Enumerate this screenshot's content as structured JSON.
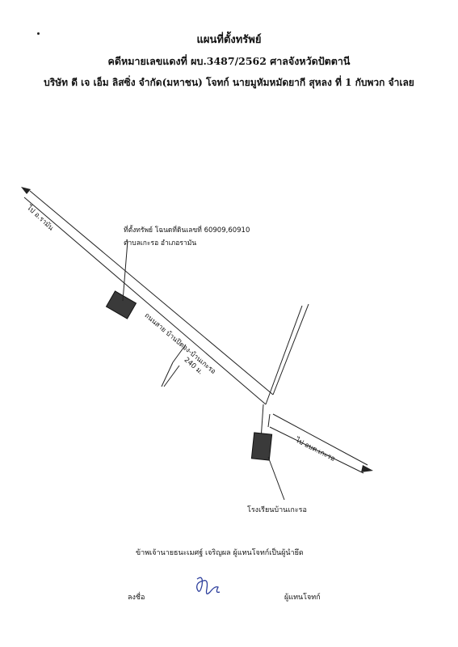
{
  "header": {
    "title": "แผนที่ตั้งทรัพย์",
    "case_line": "คดีหมายเลขแดงที่ ผบ.3487/2562  ศาลจังหวัดปัตตานี",
    "parties_line": "บริษัท ดี เจ เอ็ม ลิสซิ่ง จำกัด(มหาชน) โจทก์ นายมูหัมหมัดยากี สุหลง ที่ 1 กับพวก จำเลย"
  },
  "map": {
    "road_to_raman": "ไป อ.รามัน",
    "road_main_label": "ถนนสาย บ้านปิตอง-บ้านเกะรอ",
    "distance_label": "240 ม.",
    "road_to_obt": "ไป อบต.เกะรอ",
    "property_label_line1": "ที่ตั้งทรัพย์ โฉนดที่ดินเลขที่ 60909,60910",
    "property_label_line2": "ตำบลเกะรอ อำเภอรามัน",
    "school_label": "โรงเรียนบ้านเกะรอ"
  },
  "footer": {
    "declaration": "ข้าพเจ้านายธนะเมศฐ์ เจริญผล ผู้แทนโจทก์เป็นผู้นำยึด",
    "sign_label": "ลงชื่อ",
    "role_label": "ผู้แทนโจทก์"
  }
}
